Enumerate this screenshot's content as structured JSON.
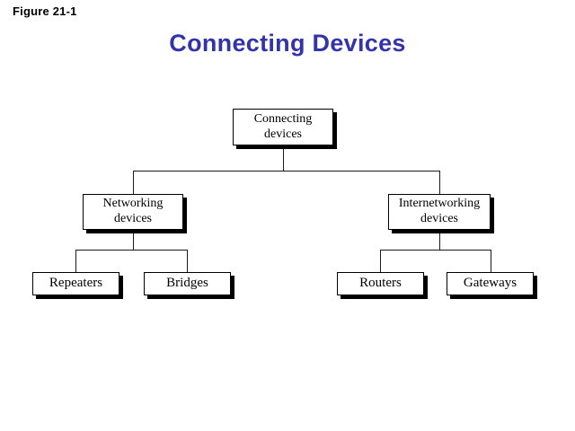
{
  "figure": {
    "label": "Figure 21-1"
  },
  "title": {
    "text": "Connecting Devices",
    "color": "#3333aa"
  },
  "colors": {
    "title_blue": "#3333aa",
    "box_fill": "#ffffff",
    "box_border": "#000000",
    "shadow": "#000000",
    "connector": "#1a1a1a",
    "background": "#ffffff",
    "label_text": "#000000"
  },
  "chart_data": {
    "type": "tree",
    "title": "Connecting Devices",
    "root": "connecting-devices",
    "nodes": [
      {
        "id": "connecting-devices",
        "line1": "Connecting",
        "line2": "devices",
        "level": 0,
        "parent": null
      },
      {
        "id": "networking-devices",
        "line1": "Networking",
        "line2": "devices",
        "level": 1,
        "parent": "connecting-devices"
      },
      {
        "id": "internetworking-devices",
        "line1": "Internetworking",
        "line2": "devices",
        "level": 1,
        "parent": "connecting-devices"
      },
      {
        "id": "repeaters",
        "line1": "Repeaters",
        "line2": "",
        "level": 2,
        "parent": "networking-devices"
      },
      {
        "id": "bridges",
        "line1": "Bridges",
        "line2": "",
        "level": 2,
        "parent": "networking-devices"
      },
      {
        "id": "routers",
        "line1": "Routers",
        "line2": "",
        "level": 2,
        "parent": "internetworking-devices"
      },
      {
        "id": "gateways",
        "line1": "Gateways",
        "line2": "",
        "level": 2,
        "parent": "internetworking-devices"
      }
    ],
    "edges": [
      {
        "from": "connecting-devices",
        "to": "networking-devices"
      },
      {
        "from": "connecting-devices",
        "to": "internetworking-devices"
      },
      {
        "from": "networking-devices",
        "to": "repeaters"
      },
      {
        "from": "networking-devices",
        "to": "bridges"
      },
      {
        "from": "internetworking-devices",
        "to": "routers"
      },
      {
        "from": "internetworking-devices",
        "to": "gateways"
      }
    ]
  },
  "nodes": {
    "root": {
      "line1": "Connecting",
      "line2": "devices"
    },
    "networking": {
      "line1": "Networking",
      "line2": "devices"
    },
    "internetworking": {
      "line1": "Internetworking",
      "line2": "devices"
    },
    "repeaters": {
      "line1": "Repeaters"
    },
    "bridges": {
      "line1": "Bridges"
    },
    "routers": {
      "line1": "Routers"
    },
    "gateways": {
      "line1": "Gateways"
    }
  }
}
